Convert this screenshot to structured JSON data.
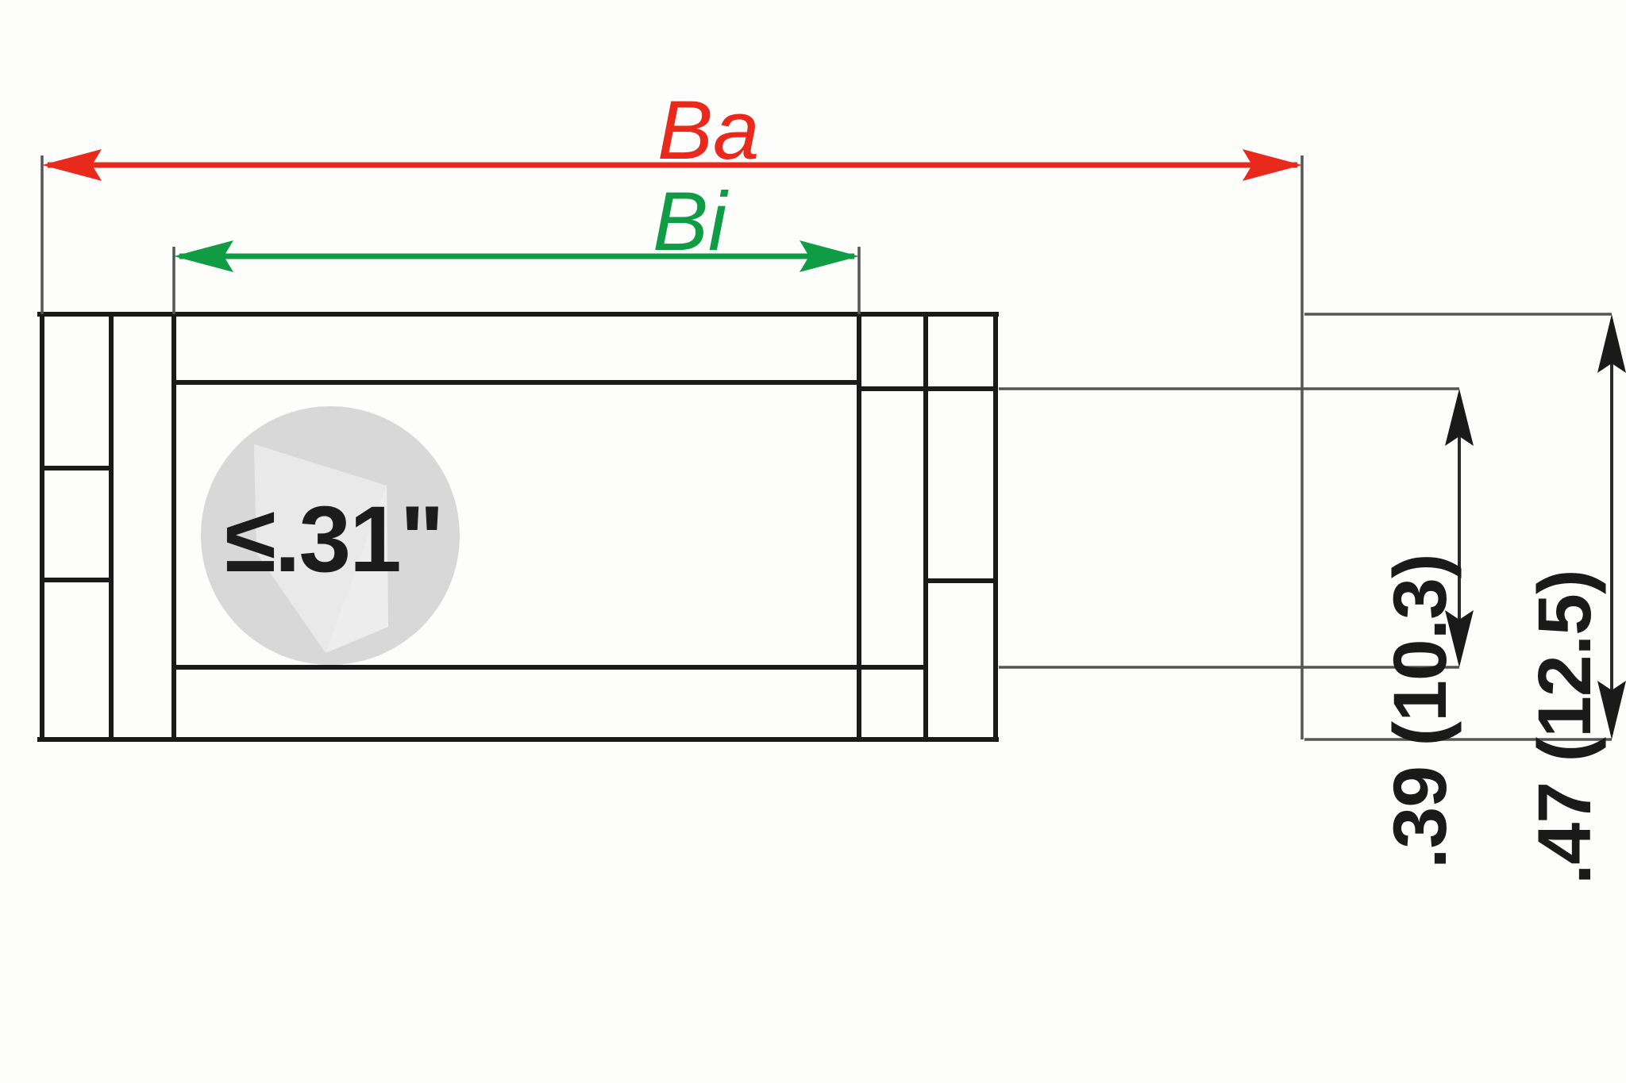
{
  "drawing": {
    "title": "Technical dimension drawing — drawer slide cross-section",
    "colors": {
      "outer_dim": "#e8291c",
      "inner_dim": "#0f9c45",
      "line": "#1a1a1a",
      "background": "#fdfdfb",
      "watermark": "#d6d6d6"
    },
    "dimensions": {
      "outer_width": {
        "label": "Ba",
        "color": "#e8291c",
        "orientation": "horizontal"
      },
      "inner_width": {
        "label": "Bi",
        "color": "#0f9c45",
        "orientation": "horizontal"
      },
      "inner_height": {
        "label": ".39 (10.3)",
        "color": "#1a1a1a",
        "orientation": "vertical"
      },
      "outer_height": {
        "label": ".47 (12.5)",
        "color": "#1a1a1a",
        "orientation": "vertical"
      }
    },
    "watermark": {
      "text": "≤.31\"",
      "shape": "circle-with-play-arrow"
    }
  }
}
